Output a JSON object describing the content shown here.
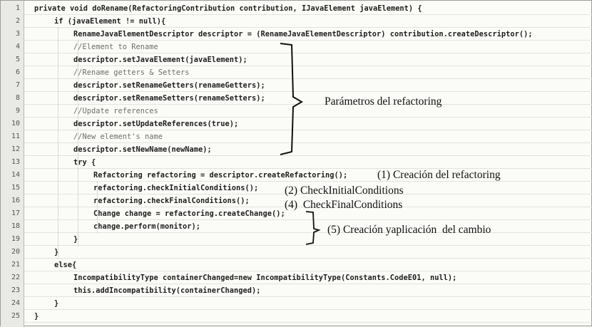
{
  "line_numbers": [
    "1",
    "2",
    "3",
    "4",
    "5",
    "6",
    "7",
    "8",
    "9",
    "10",
    "11",
    "12",
    "13",
    "14",
    "15",
    "16",
    "17",
    "18",
    "19",
    "20",
    "21",
    "22",
    "23",
    "24",
    "25"
  ],
  "code_lines": [
    "private void doRename(RefactoringContribution contribution, IJavaElement javaElement) {",
    "if (javaElement != null){",
    "RenameJavaElementDescriptor descriptor = (RenameJavaElementDescriptor) contribution.createDescriptor();",
    "//Element to Rename",
    "descriptor.setJavaElement(javaElement);",
    "//Rename getters & Setters",
    "descriptor.setRenameGetters(renameGetters);",
    "descriptor.setRenameSetters(renameSetters);",
    "//Update references",
    "descriptor.setUpdateReferences(true);",
    "//New element's name",
    "descriptor.setNewName(newName);",
    "try {",
    "Refactoring refactoring = descriptor.createRefactoring();",
    "refactoring.checkInitialConditions();",
    "refactoring.checkFinalConditions();",
    "Change change = refactoring.createChange();",
    "change.perform(monitor);",
    "}",
    "}",
    "else{",
    "IncompatibilityType containerChanged=new IncompatibilityType(Constants.CodeE01, null);",
    "this.addIncompatibility(containerChanged);",
    "}",
    "}"
  ],
  "annotations": {
    "params": "Parámetros del refactoring",
    "step1": "(1) Creación del refactoring",
    "step2": "(2) CheckInitialConditions",
    "step4": "(4)  CheckFinalConditions",
    "step5": "(5) Creación yaplicación  del cambio"
  }
}
